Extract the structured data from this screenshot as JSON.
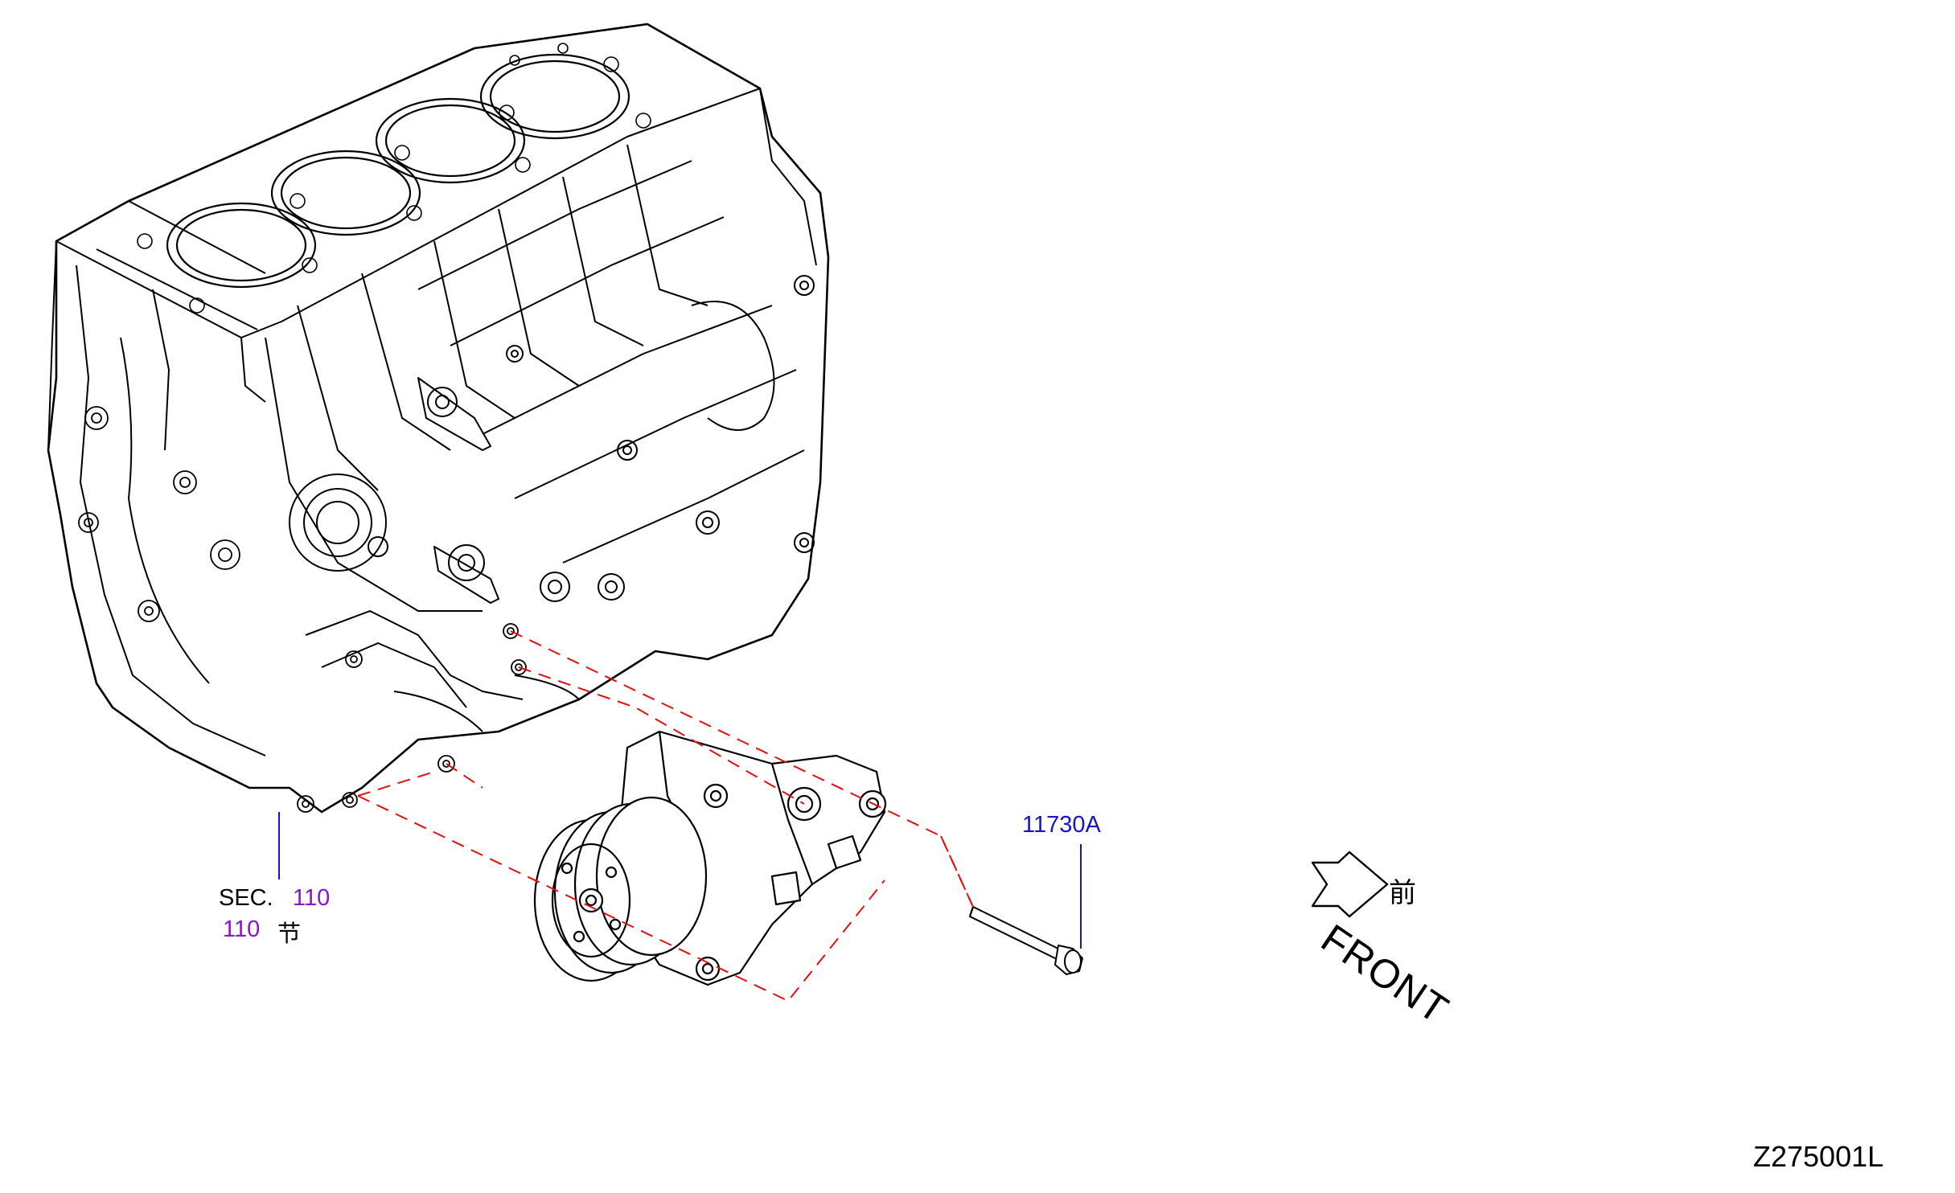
{
  "figure_id": "Z275001L",
  "section_ref": {
    "label": "SEC.",
    "number": "110",
    "number_cn": "110",
    "suffix_cn": "节"
  },
  "callouts": [
    {
      "part_number": "11730A"
    }
  ],
  "front_indicator": {
    "label_cn": "前",
    "label_en": "FRONT"
  },
  "colors": {
    "line": "#000000",
    "leader": "#1515c8",
    "section_number": "#8a14c8",
    "part_number": "#1515c8",
    "guide_dash": "#e01010"
  },
  "components": [
    "engine-block",
    "ac-compressor",
    "bolt"
  ]
}
